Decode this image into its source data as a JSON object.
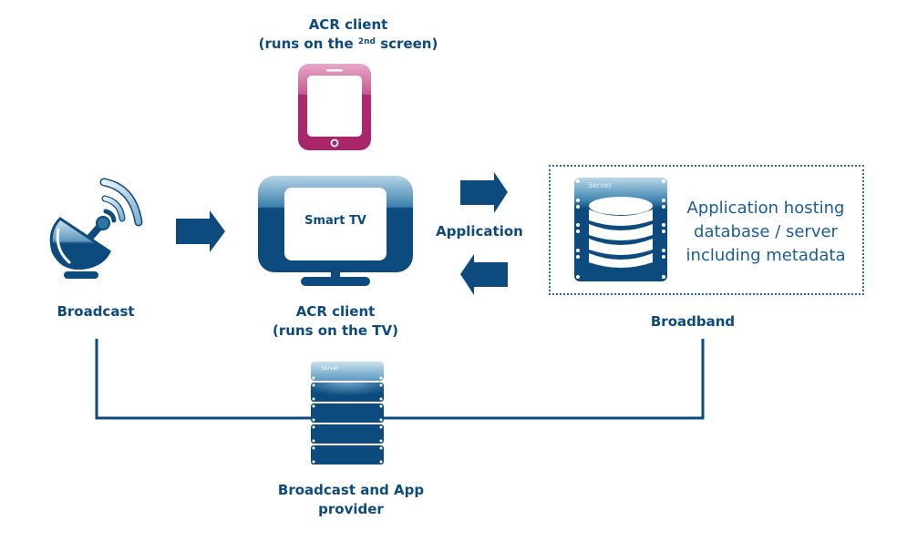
{
  "colors": {
    "primary_blue": "#0d4a7e",
    "light_blue": "#9cc4dc",
    "tablet_magenta": "#b0286e",
    "line_blue": "#0d4a7e"
  },
  "second_screen": {
    "title_line1": "ACR client",
    "title_line2_pre": "(runs on the ",
    "title_line2_sup": "2nd",
    "title_line2_post": " screen)",
    "icon": "tablet-icon"
  },
  "broadcast": {
    "label": "Broadcast",
    "icon": "satellite-dish-icon"
  },
  "smart_tv": {
    "screen_label": "Smart TV",
    "caption_line1": "ACR client",
    "caption_line2": "(runs on the TV)",
    "icon": "tv-icon"
  },
  "application": {
    "label": "Application",
    "arrow_right": "arrow-right-icon",
    "arrow_left": "arrow-left-icon"
  },
  "broadband": {
    "server_tag": "Server",
    "host_line1": "Application hosting",
    "host_line2": "database / server",
    "host_line3": "including metadata",
    "label": "Broadband",
    "icon": "database-server-icon"
  },
  "provider": {
    "server_tag": "Server",
    "label_line1": "Broadcast and App",
    "label_line2": "provider",
    "icon": "server-rack-icon"
  }
}
